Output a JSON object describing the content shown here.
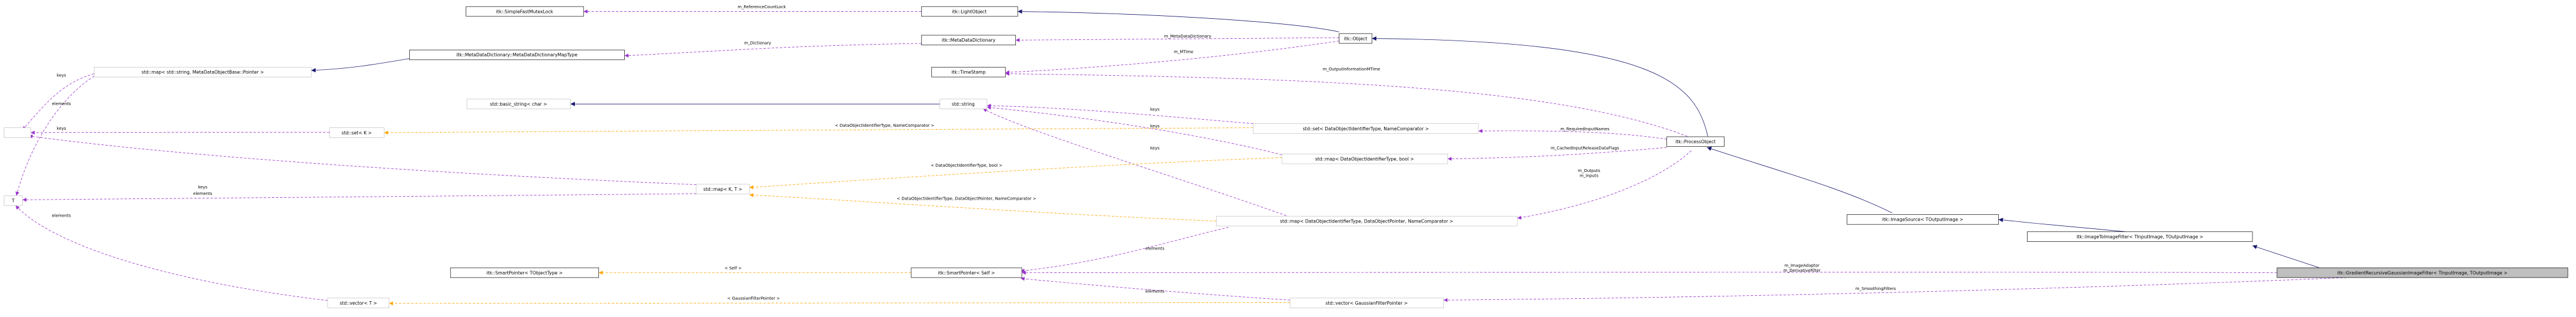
{
  "nodes": {
    "simple_fast_mutex_lock": "itk::SimpleFastMutexLock",
    "light_object": "itk::LightObject",
    "meta_data_dictionary": "itk::MetaDataDictionary",
    "object": "itk::Object",
    "map_data_dictionary_type": "itk::MetaDataDictionary::MetaDataDictionaryMapType",
    "std_map_string": "std::map< std::string, MetaDataObjectBase::Pointer >",
    "time_stamp": "itk::TimeStamp",
    "basic_string": "std::basic_string< char >",
    "std_string": "std::string",
    "set_k": "std::set< K >",
    "set_data_object": "std::set< DataObjectIdentifierType, NameComparator >",
    "process_object": "itk::ProcessObject",
    "map_data_object_bool": "std::map< DataObjectIdentifierType, bool >",
    "map_kt": "std::map< K, T >",
    "map_data_object_pointer": "std::map< DataObjectIdentifierType, DataObjectPointer, NameComparator >",
    "image_source": "itk::ImageSource< TOutputImage >",
    "image_to_image_filter": "itk::ImageToImageFilter< TInputImage, TOutputImage >",
    "key_empty": "",
    "t_node": "T",
    "smart_pointer_tobject": "itk::SmartPointer< TObjectType >",
    "smart_pointer_self": "itk::SmartPointer< Self >",
    "recursive_filter": "itk::GradientRecursiveGaussianImageFilter< TInputImage, TOutputImage >",
    "vector_t": "std::vector< T >",
    "vector_gaussian": "std::vector< GaussianFilterPointer >"
  },
  "edges": {
    "reference_count_lock": "m_ReferenceCountLock",
    "meta_data_dictionary": "m_MetaDataDictionary",
    "m_dictionary": "m_Dictionary",
    "m_mtime": "m_MTime",
    "output_information_mtime": "m_OutputInformationMTime",
    "keys": "keys",
    "elements": "elements",
    "required_input_names": "m_RequiredInputNames",
    "cached_input_release": "m_CachedInputReleaseDataFlags",
    "m_outputs": "m_Outputs",
    "m_inputs": "m_Inputs",
    "tpl_set": "< DataObjectIdentifierType, NameComparator >",
    "tpl_bool": "< DataObjectIdentifierType, bool >",
    "tpl_pointer": "< DataObjectIdentifierType, DataObjectPointer, NameComparator >",
    "tpl_self": "< Self >",
    "tpl_gaussian": "< GaussianFilterPointer >",
    "image_adaptor": "m_ImageAdaptor",
    "derivative_filter": "m_DerivativeFilter",
    "smoothing_filters": "m_SmoothingFilters"
  },
  "colors": {
    "inheritance": "#191970",
    "member": "#9a32cd",
    "template": "#ffa500",
    "focus_fill": "#bfbfbf"
  }
}
